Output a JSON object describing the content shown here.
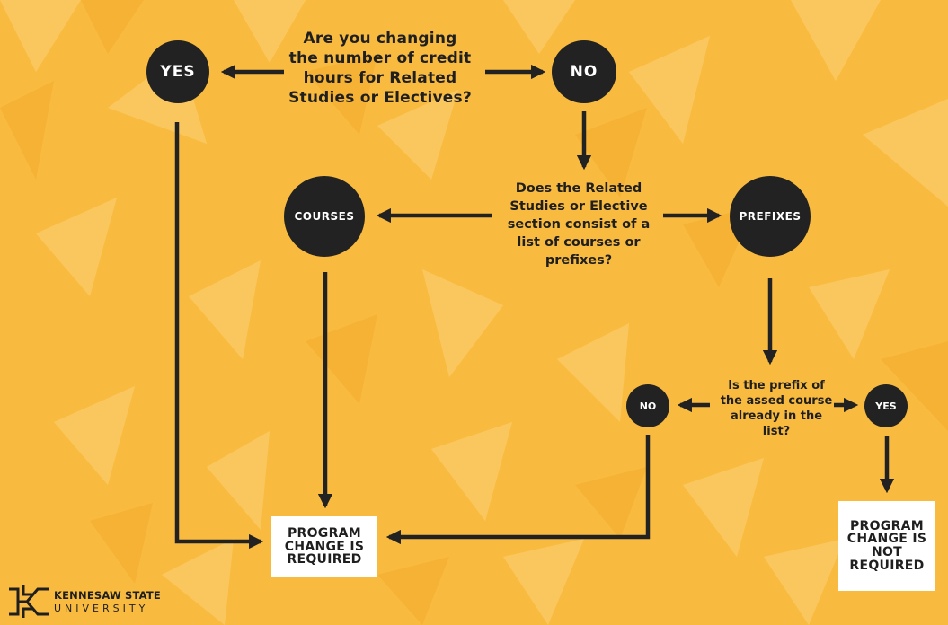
{
  "colors": {
    "background": "#f9bb3f",
    "node": "#222222",
    "box": "#ffffff",
    "arrow": "#222222"
  },
  "question1": {
    "lines": [
      "Are you changing",
      "the number of credit",
      "hours for Related",
      "Studies or Electives?"
    ]
  },
  "question2": {
    "lines": [
      "Does the Related",
      "Studies or Elective",
      "section consist of a",
      "list of courses or",
      "prefixes?"
    ]
  },
  "question3": {
    "lines": [
      "Is the prefix of",
      "the assed course",
      "already in the",
      "list?"
    ]
  },
  "nodes": {
    "yes_top": "YES",
    "no_top": "NO",
    "courses": "COURSES",
    "prefixes": "PREFIXES",
    "no_bottom": "NO",
    "yes_bottom": "YES"
  },
  "outcomes": {
    "required": [
      "PROGRAM",
      "CHANGE IS",
      "REQUIRED"
    ],
    "not_required": [
      "PROGRAM",
      "CHANGE IS",
      "NOT",
      "REQUIRED"
    ]
  },
  "logo": {
    "line1": "KENNESAW STATE",
    "line2": "UNIVERSITY"
  }
}
